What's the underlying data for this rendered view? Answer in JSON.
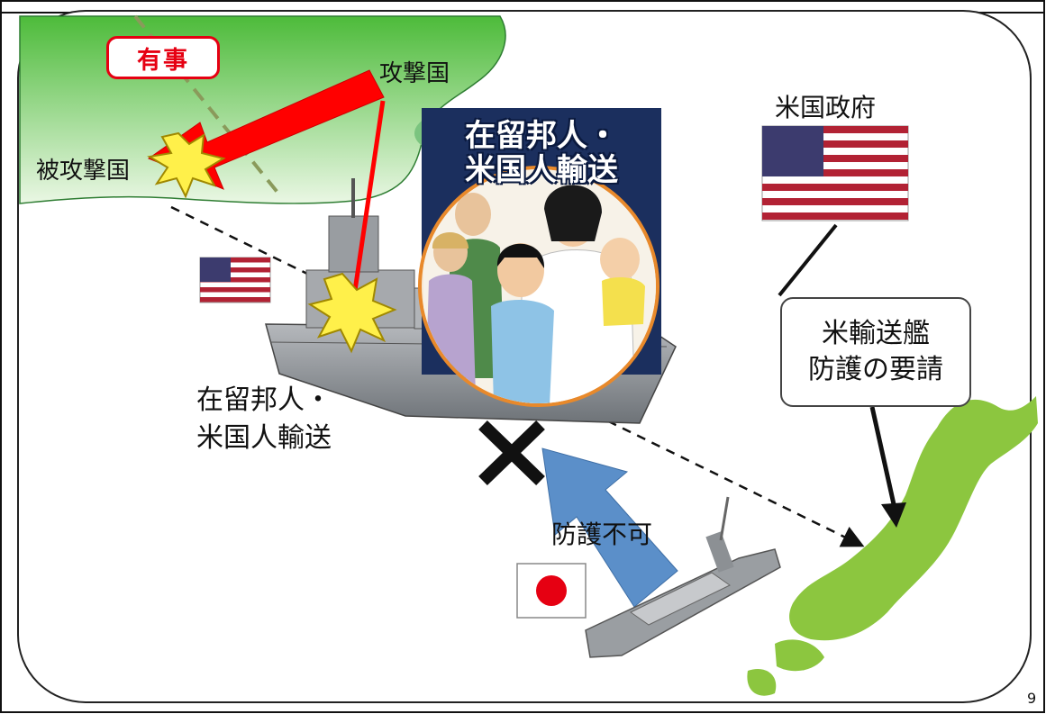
{
  "labels": {
    "crisis_tag": "有事",
    "attacking_country": "攻撃国",
    "attacked_country": "被攻撃国",
    "us_government": "米国政府",
    "transport_label_line1": "在留邦人・",
    "transport_label_line2": "米国人輸送",
    "request_line1": "米輸送艦",
    "request_line2": "防護の要請",
    "protection_impossible": "防護不可",
    "poster_title_line1": "在留邦人・",
    "poster_title_line2": "米国人輸送",
    "page_number": "9"
  },
  "colors": {
    "attack_arrow": "#ff0000",
    "land_green": "#7ec850",
    "japan_green": "#8cc63f",
    "protect_arrow": "#5b8fc9",
    "tag_red": "#e60012",
    "poster_navy": "#1b2f5e"
  },
  "icons": [
    "us-flag-icon",
    "japan-flag-icon",
    "explosion-icon",
    "cross-mark-icon"
  ]
}
